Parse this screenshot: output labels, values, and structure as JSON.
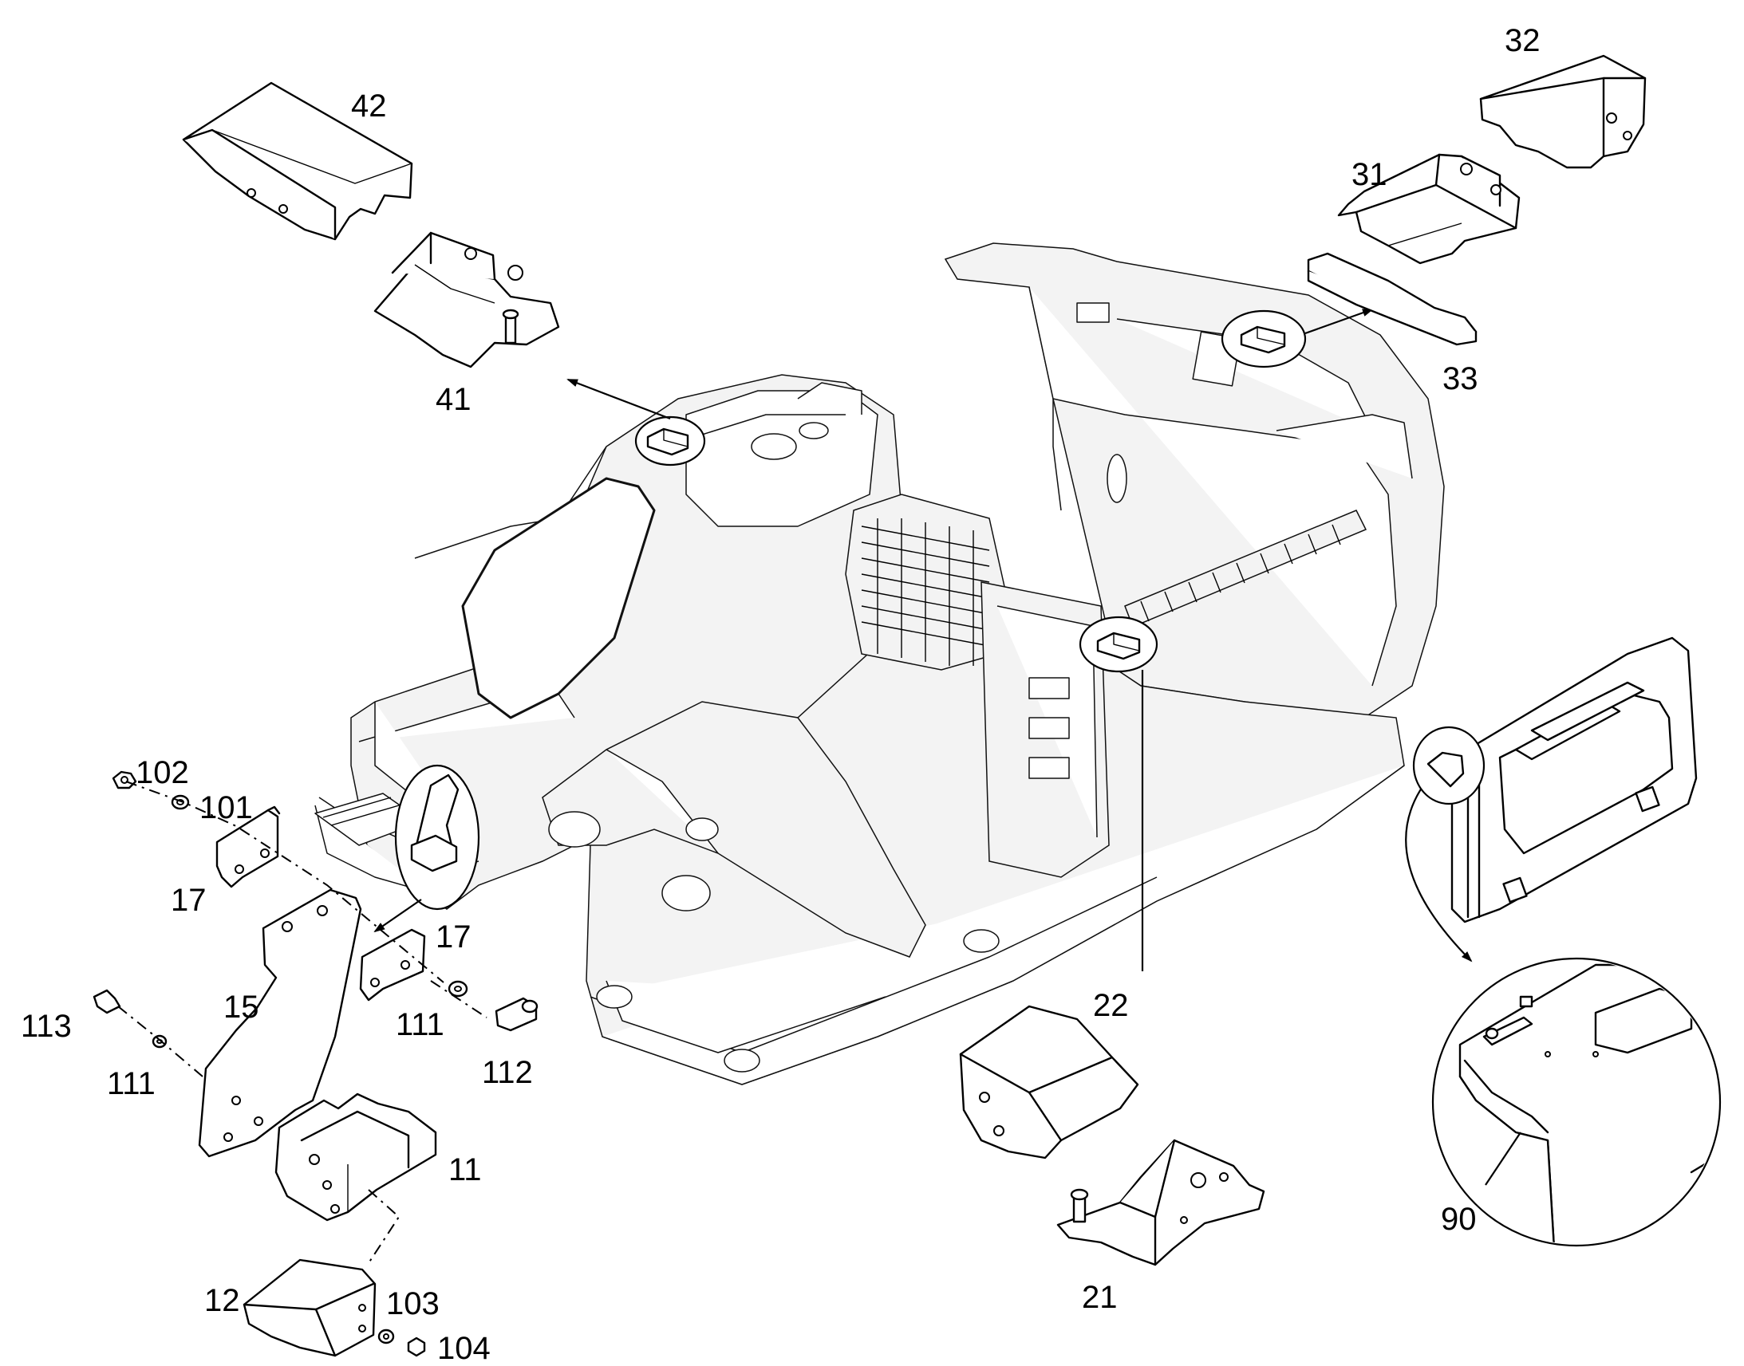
{
  "labels": {
    "l11": "11",
    "l12": "12",
    "l15": "15",
    "l17a": "17",
    "l17b": "17",
    "l21": "21",
    "l22": "22",
    "l31": "31",
    "l32": "32",
    "l33": "33",
    "l41": "41",
    "l42": "42",
    "l90": "90",
    "l101": "101",
    "l102": "102",
    "l103": "103",
    "l104": "104",
    "l111a": "111",
    "l111b": "111",
    "l112": "112",
    "l113": "113"
  }
}
